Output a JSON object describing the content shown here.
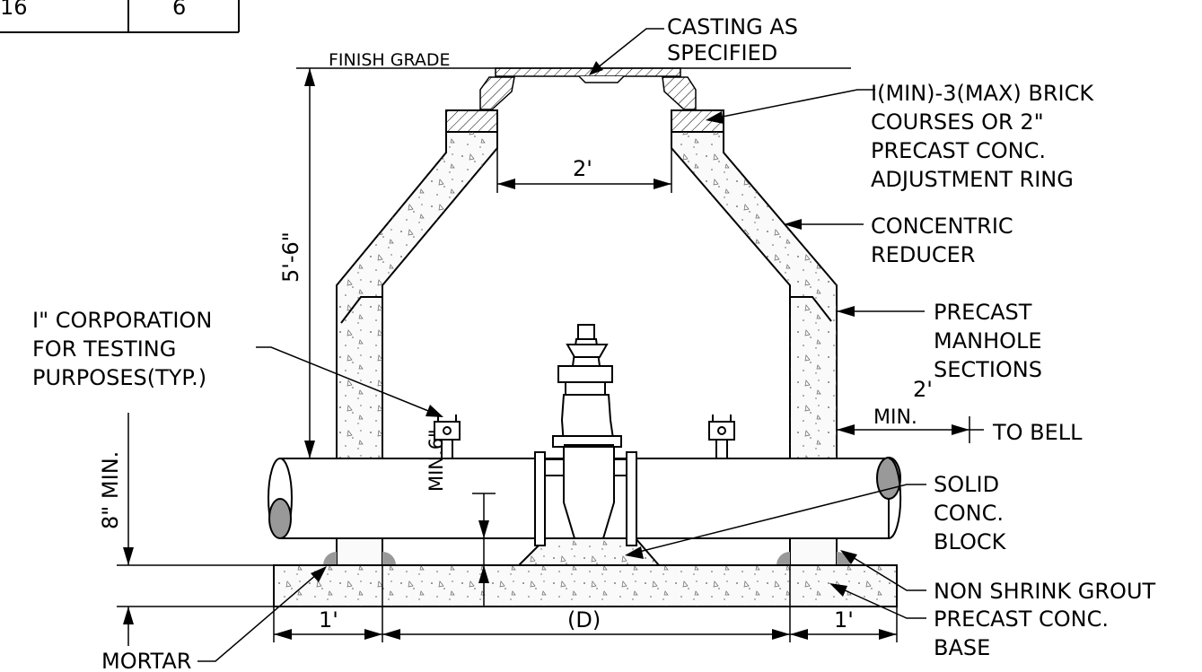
{
  "table": {
    "left_value": "16",
    "right_value": "6"
  },
  "labels": {
    "finish_grade": "FINISH GRADE",
    "casting": [
      "CASTING AS",
      "SPECIFIED"
    ],
    "brick_courses": [
      "I(MIN)-3(MAX) BRICK",
      "COURSES OR 2\"",
      "PRECAST CONC.",
      "ADJUSTMENT RING"
    ],
    "concentric_reducer": [
      "CONCENTRIC",
      "REDUCER"
    ],
    "precast_sections": [
      "PRECAST",
      "MANHOLE",
      "SECTIONS"
    ],
    "corporation": [
      "I\" CORPORATION",
      "FOR TESTING",
      "PURPOSES(TYP.)"
    ],
    "to_bell": "TO BELL",
    "solid_block": [
      "SOLID",
      "CONC.",
      "BLOCK"
    ],
    "grout": "NON SHRINK GROUT",
    "base": [
      "PRECAST CONC.",
      "BASE"
    ],
    "mortar": "MORTAR"
  },
  "dimensions": {
    "height": "5'-6\"",
    "opening": "2'",
    "cover_min": "8\" MIN.",
    "clearance_min": "MIN.6\"",
    "bell": [
      "2'",
      "MIN."
    ],
    "wall_left": "1'",
    "wall_right": "1'",
    "diameter": "(D)"
  }
}
